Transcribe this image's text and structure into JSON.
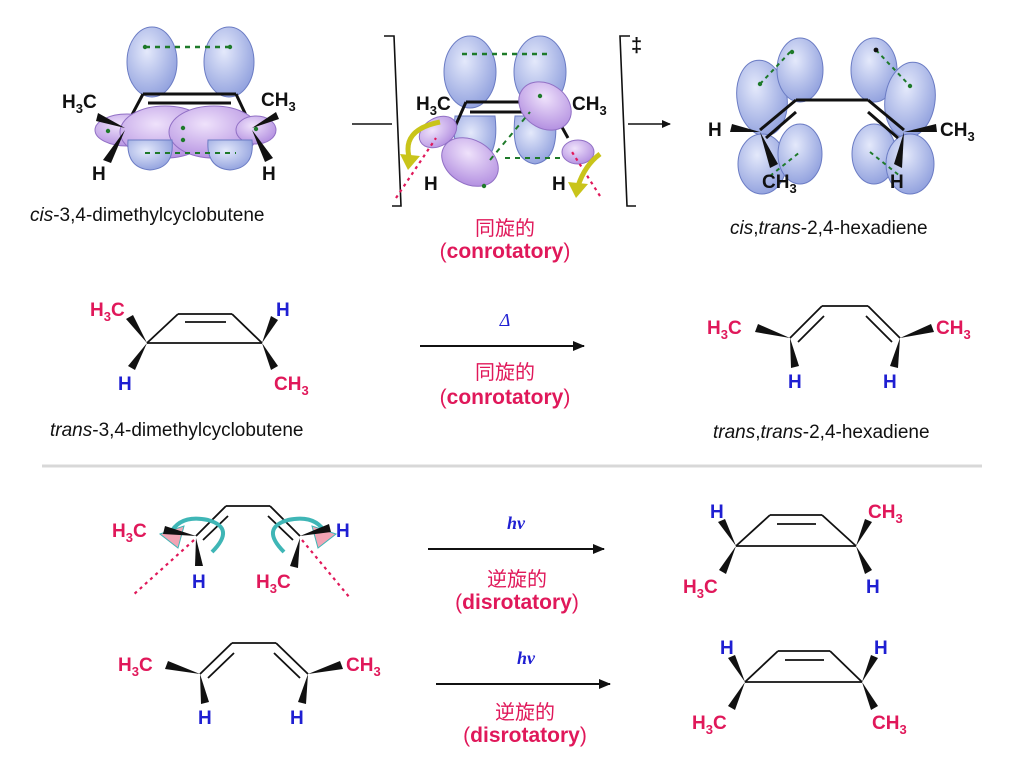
{
  "colors": {
    "red": "#e0185a",
    "blue": "#1f1fd2",
    "black": "#111111",
    "lobe_blue": "#aeb9ea",
    "lobe_purple": "#c9a8ea",
    "dash_green": "#1e7a2a",
    "dot_pink": "#e0185a",
    "arrow_yellow": "#c9c41a",
    "arrow_teal": "#3fb6b6",
    "divider": "#d8d8d8"
  },
  "atoms": {
    "methyl_left": [
      "H",
      "3",
      "C"
    ],
    "methyl_right": [
      "CH",
      "3"
    ],
    "hydrogen": "H"
  },
  "dagger": "‡",
  "row1": {
    "reactant_name": [
      "cis",
      "-3,4-dimethylcyclobutene"
    ],
    "mode_cn": "同旋的",
    "mode_en": [
      "(",
      "conrotatory",
      ")"
    ],
    "product_name": [
      "cis",
      ",",
      "trans",
      "-2,4-hexadiene"
    ]
  },
  "row2": {
    "condition": "Δ",
    "mode_cn": "同旋的",
    "mode_en": [
      "(",
      "conrotatory",
      ")"
    ],
    "reactant_name": [
      "trans",
      "-3,4-dimethylcyclobutene"
    ],
    "product_name": [
      "trans",
      ",",
      "trans",
      "-2,4-hexadiene"
    ]
  },
  "row3": {
    "condition": "hν",
    "mode_cn": "逆旋的",
    "mode_en": [
      "(",
      "disrotatory",
      ")"
    ]
  },
  "row4": {
    "condition": "hν",
    "mode_cn": "逆旋的",
    "mode_en": [
      "(",
      "disrotatory",
      ")"
    ]
  }
}
